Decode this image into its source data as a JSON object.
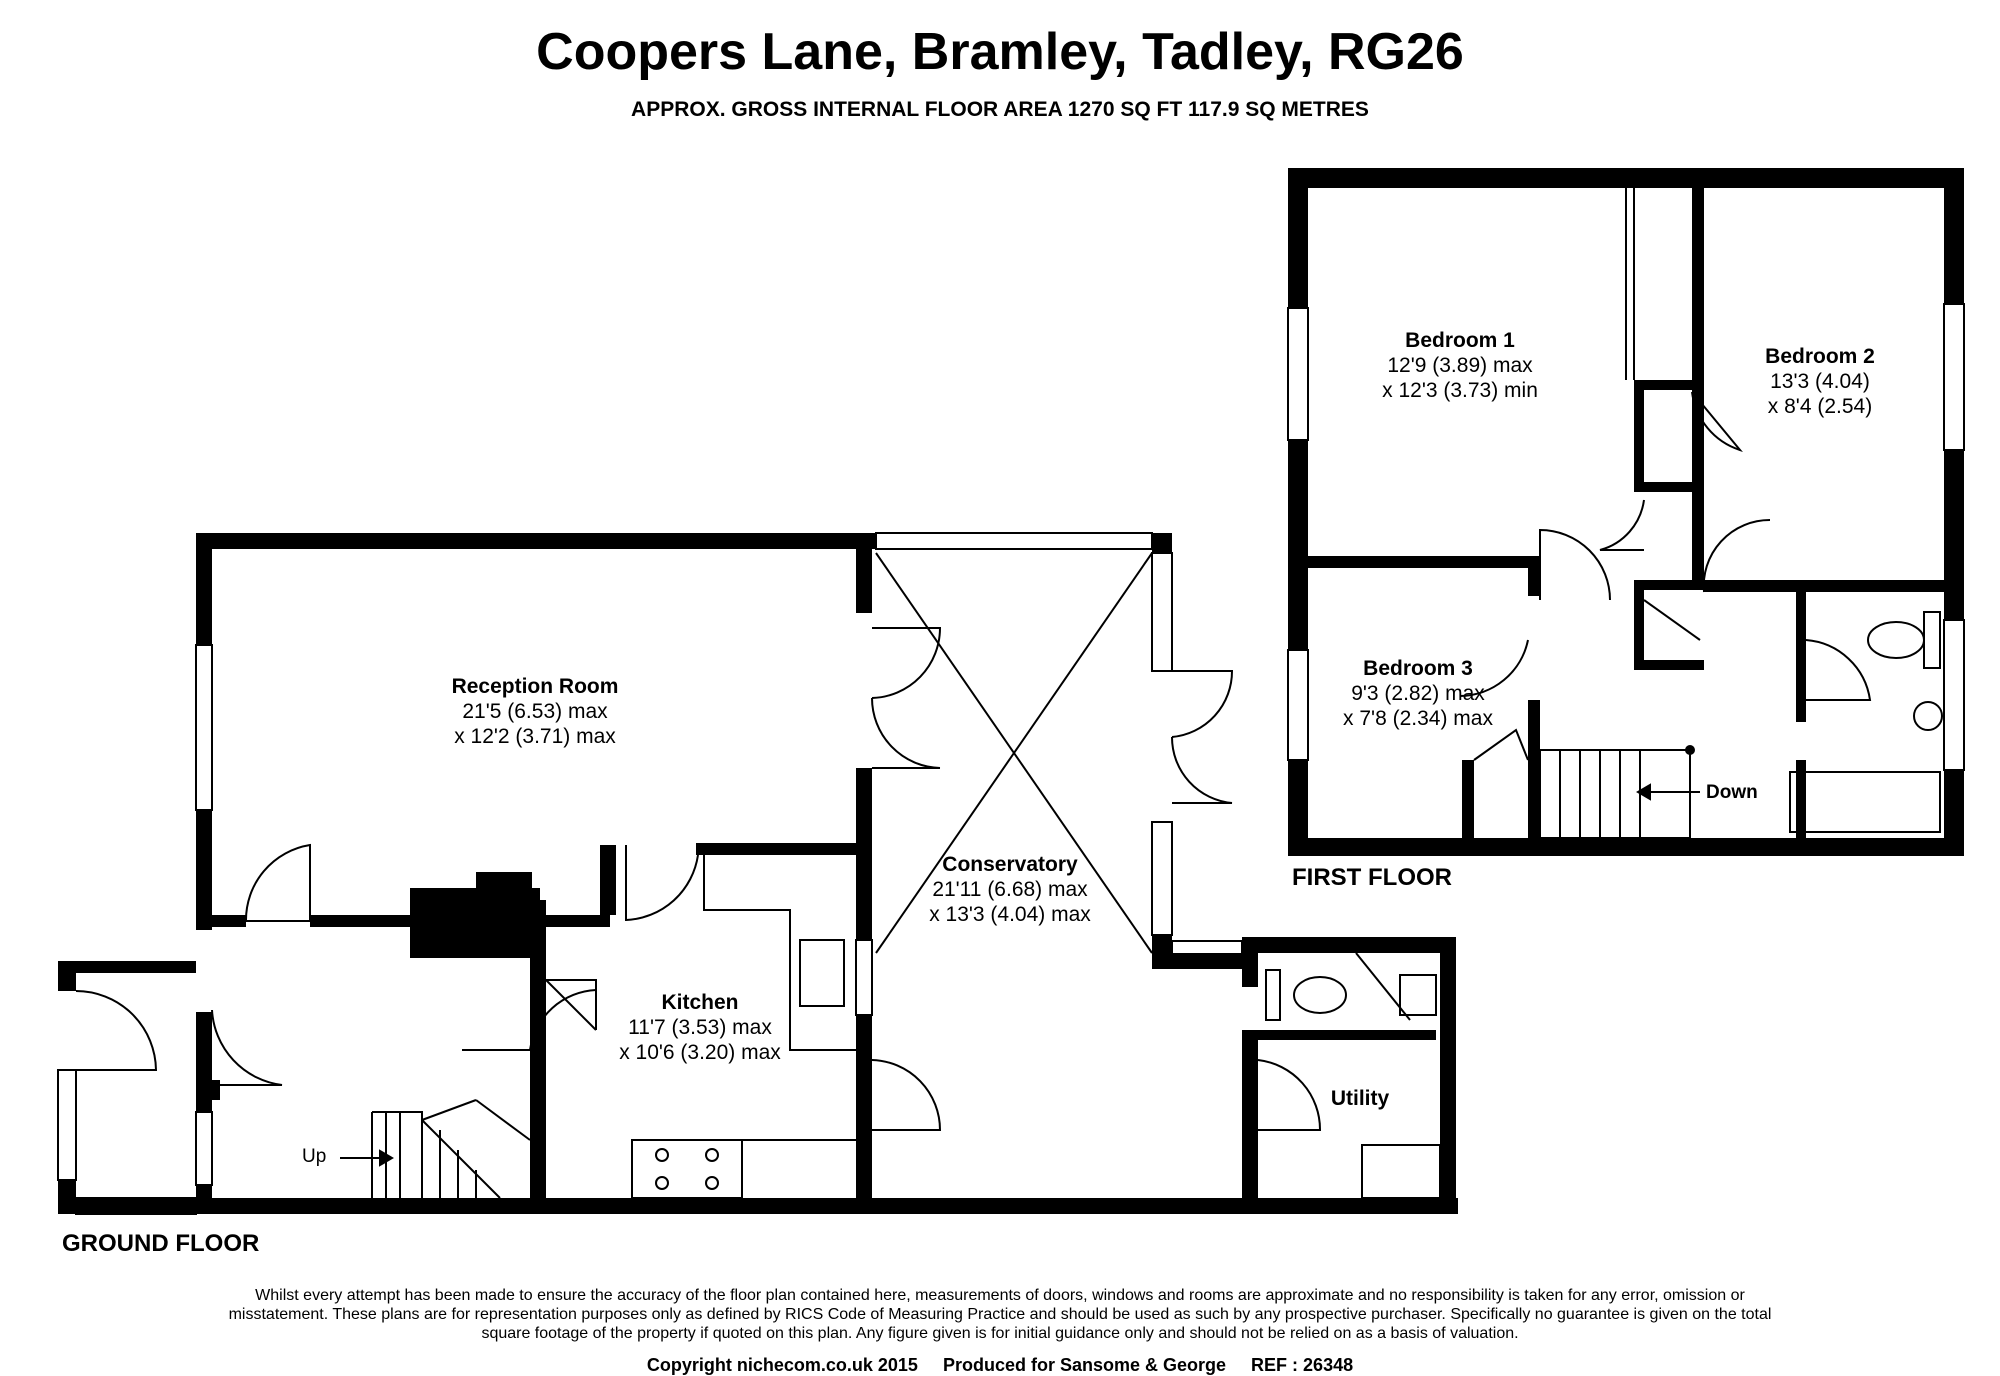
{
  "title": "Coopers Lane, Bramley, Tadley, RG26",
  "subtitle": "APPROX. GROSS INTERNAL FLOOR AREA 1270 SQ FT 117.9 SQ METRES",
  "floors": {
    "ground": "GROUND FLOOR",
    "first": "FIRST FLOOR"
  },
  "rooms": {
    "reception": {
      "name": "Reception Room",
      "dim1": "21'5 (6.53) max",
      "dim2": "x 12'2 (3.71) max"
    },
    "conservatory": {
      "name": "Conservatory",
      "dim1": "21'11 (6.68) max",
      "dim2": "x 13'3 (4.04) max"
    },
    "kitchen": {
      "name": "Kitchen",
      "dim1": "11'7 (3.53) max",
      "dim2": "x 10'6 (3.20) max"
    },
    "utility": {
      "name": "Utility"
    },
    "bedroom1": {
      "name": "Bedroom 1",
      "dim1": "12'9 (3.89) max",
      "dim2": "x 12'3 (3.73) min"
    },
    "bedroom2": {
      "name": "Bedroom 2",
      "dim1": "13'3 (4.04)",
      "dim2": "x 8'4 (2.54)"
    },
    "bedroom3": {
      "name": "Bedroom 3",
      "dim1": "9'3 (2.82) max",
      "dim2": "x 7'8 (2.34) max"
    }
  },
  "stairs": {
    "up": "Up",
    "down": "Down"
  },
  "disclaimer": "Whilst every attempt has been made to ensure the accuracy of the floor plan contained here, measurements of doors, windows and rooms are approximate and no responsibility is taken for any error, omission or misstatement. These plans are for representation purposes only as defined by RICS Code of Measuring Practice and should be used as such by any prospective purchaser. Specifically no guarantee is given on the total square footage of the property if quoted on this plan. Any figure given is for initial guidance only and should not be relied on as a basis of valuation.",
  "footer": {
    "copyright": "Copyright nichecom.co.uk 2015",
    "produced": "Produced for Sansome & George",
    "ref": "REF : 26348"
  }
}
